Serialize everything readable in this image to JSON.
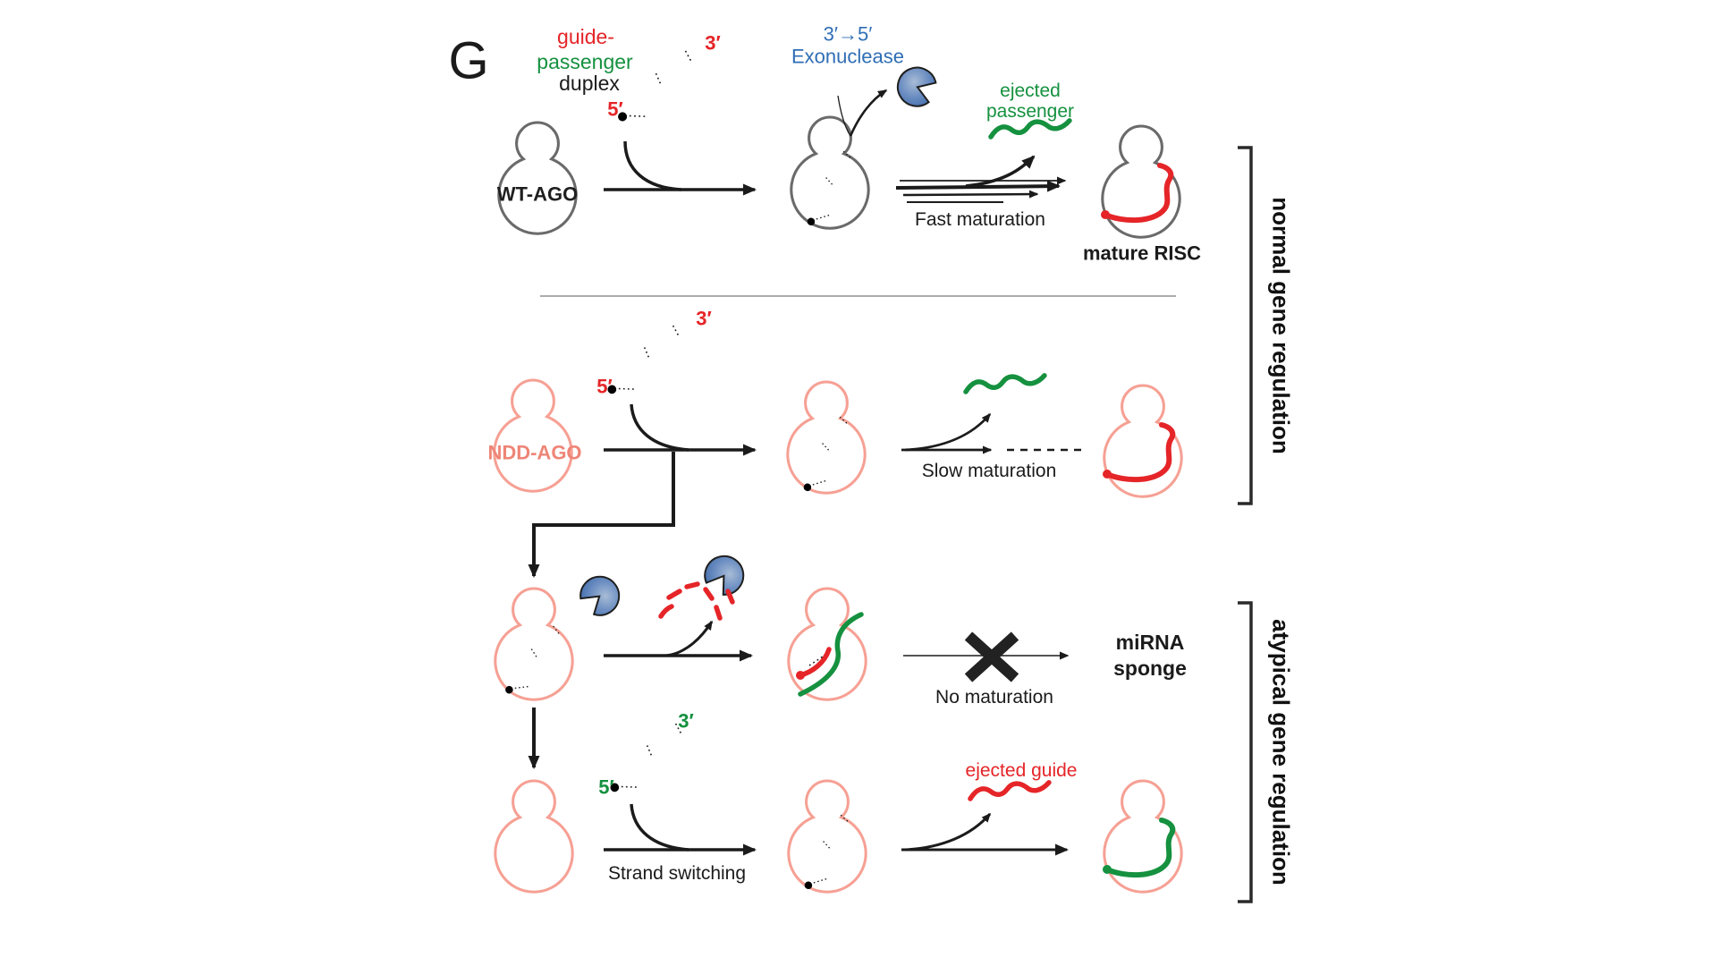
{
  "panel_label": "G",
  "palette": {
    "strand_red": "#e52528",
    "strand_green": "#15913f",
    "blob_gray": "#6a6a6a",
    "blob_salmon": "#f6a094",
    "salmon_text": "#ee8576",
    "enzyme_blue_fill": "#5b84c0",
    "blue_text": "#2f6eb5",
    "ink_black": "#1b1b1b"
  },
  "legend": {
    "line1": "guide-",
    "line2": "passenger",
    "line3": "duplex"
  },
  "row1": {
    "protein": "WT-AGO",
    "enzyme_line1": "3′→5′",
    "enzyme_line2": "Exonuclease",
    "ejected_line1": "ejected",
    "ejected_line2": "passenger",
    "process": "Fast maturation",
    "product": "mature RISC",
    "three_prime": "3′",
    "five_prime": "5′"
  },
  "row2": {
    "protein": "NDD-AGO",
    "process": "Slow maturation",
    "three_prime": "3′",
    "five_prime": "5′"
  },
  "row3": {
    "process": "No maturation",
    "product_line1": "miRNA",
    "product_line2": "sponge"
  },
  "row4": {
    "process": "Strand switching",
    "ejected": "ejected guide",
    "three_prime": "3′",
    "five_prime": "5′"
  },
  "side_labels": {
    "top": "normal gene regulation",
    "bottom": "atypical gene regulation"
  }
}
